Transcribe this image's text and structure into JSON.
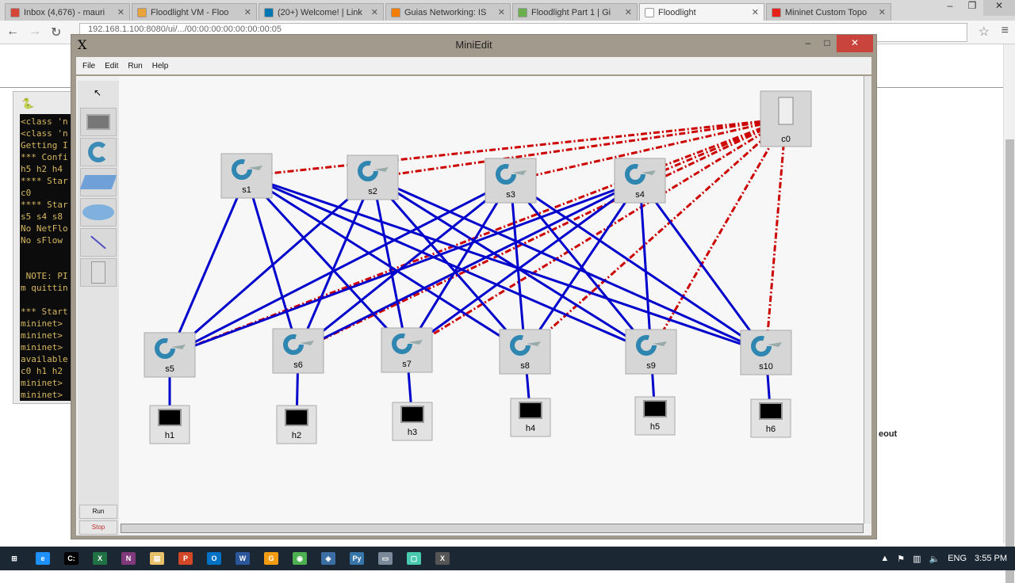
{
  "browser": {
    "tabs": [
      {
        "title": "Inbox (4,676) - mauri",
        "color": "#d44638"
      },
      {
        "title": "Floodlight VM - Floo",
        "color": "#e8a33b"
      },
      {
        "title": "(20+) Welcome! | Link",
        "color": "#0077b5"
      },
      {
        "title": "Guias Networking: IS",
        "color": "#f57d00"
      },
      {
        "title": "Floodlight Part 1 | Gi",
        "color": "#6ab04c"
      },
      {
        "title": "Floodlight",
        "color": "#ffffff",
        "active": true
      },
      {
        "title": "Mininet Custom Topo",
        "color": "#e62117"
      }
    ],
    "url": "192.168.1.100:8080/ui/.../00:00:00:00:00:00:00:05",
    "partial_text": "eout"
  },
  "terminal": {
    "lines": [
      "<class 'n",
      "<class 'n",
      "Getting I",
      "*** Confi",
      "h5 h2 h4",
      "**** Star",
      "c0",
      "**** Star",
      "s5 s4 s8",
      "No NetFlo",
      "No sFlow",
      "",
      "",
      " NOTE: PI",
      "m quittin",
      "",
      "*** Start",
      "mininet>",
      "mininet>",
      "mininet>",
      "available",
      "c0 h1 h2",
      "mininet>",
      "mininet>"
    ]
  },
  "miniedit": {
    "title": "MiniEdit",
    "menu": [
      "File",
      "Edit",
      "Run",
      "Help"
    ],
    "tools": [
      "select-tool",
      "host-tool",
      "switch-tool",
      "legacy-switch-tool",
      "router-tool",
      "link-tool",
      "controller-tool"
    ],
    "run_label": "Run",
    "stop_label": "Stop",
    "link_color": "#0000cc",
    "controller_link_color": "#cc0000",
    "controller": "c0",
    "switches": [
      "s1",
      "s2",
      "s3",
      "s4",
      "s5",
      "s6",
      "s7",
      "s8",
      "s9",
      "s10"
    ],
    "hosts": [
      "h1",
      "h2",
      "h3",
      "h4",
      "h5",
      "h6"
    ],
    "links": [
      [
        "s1",
        "s5"
      ],
      [
        "s1",
        "s6"
      ],
      [
        "s1",
        "s7"
      ],
      [
        "s1",
        "s8"
      ],
      [
        "s1",
        "s9"
      ],
      [
        "s1",
        "s10"
      ],
      [
        "s2",
        "s5"
      ],
      [
        "s2",
        "s6"
      ],
      [
        "s2",
        "s7"
      ],
      [
        "s2",
        "s8"
      ],
      [
        "s2",
        "s9"
      ],
      [
        "s2",
        "s10"
      ],
      [
        "s3",
        "s5"
      ],
      [
        "s3",
        "s6"
      ],
      [
        "s3",
        "s7"
      ],
      [
        "s3",
        "s8"
      ],
      [
        "s3",
        "s9"
      ],
      [
        "s3",
        "s10"
      ],
      [
        "s4",
        "s5"
      ],
      [
        "s4",
        "s6"
      ],
      [
        "s4",
        "s7"
      ],
      [
        "s4",
        "s8"
      ],
      [
        "s4",
        "s9"
      ],
      [
        "s4",
        "s10"
      ],
      [
        "s5",
        "h1"
      ],
      [
        "s6",
        "h2"
      ],
      [
        "s7",
        "h3"
      ],
      [
        "s8",
        "h4"
      ],
      [
        "s9",
        "h5"
      ],
      [
        "s10",
        "h6"
      ]
    ]
  },
  "taskbar": {
    "apps": [
      "windows-start",
      "internet-explorer",
      "cmd",
      "excel",
      "onenote",
      "file-explorer",
      "powerpoint",
      "outlook",
      "word",
      "app-orange",
      "chrome",
      "virtualbox",
      "python",
      "monitor",
      "vm",
      "xming"
    ],
    "language": "ENG",
    "time": "3:55 PM"
  }
}
